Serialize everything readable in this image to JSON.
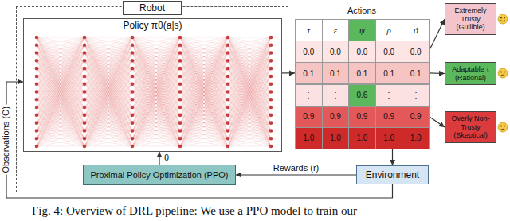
{
  "diagram": {
    "caption": "Fig. 4: Overview of DRL pipeline: We use a PPO model to train our",
    "nodes": [
      {
        "text": [
          "Robot"
        ]
      },
      {
        "text": [
          "Policy πθ(a|s)"
        ],
        "in": 0
      },
      {
        "text": [
          "Proximal Policy Optimization (PPO)"
        ],
        "in": 0
      },
      {
        "text": [
          "Actions"
        ]
      },
      {
        "text": [
          "Extremely Trusty (Gullible)"
        ]
      },
      {
        "text": [
          "Adaptable τ (Rational)"
        ]
      },
      {
        "text": [
          "Overly Non-Trusty (Skeptical)"
        ]
      },
      {
        "text": [
          "Environment"
        ]
      }
    ],
    "edges": [
      {
        "from": 1,
        "to": 3,
        "arrow": "to"
      },
      {
        "from": 3,
        "to": 4,
        "arrow": "to"
      },
      {
        "from": 3,
        "to": 5,
        "arrow": "to"
      },
      {
        "from": 3,
        "to": 6,
        "arrow": "to"
      },
      {
        "from": 3,
        "to": 7,
        "arrow": "to"
      },
      {
        "from": 7,
        "to": 2,
        "label": "Rewards (r)",
        "arrow": "to"
      },
      {
        "from": 2,
        "to": 1,
        "label": "θ",
        "arrow": "to"
      },
      {
        "from": 7,
        "to": 1,
        "label": "Observations (O)",
        "arrow": "to"
      }
    ],
    "labels": [
      "τ",
      "ε",
      "ψ",
      "ρ",
      "ϑ",
      "0.0",
      "0.0",
      "0.0",
      "0.0",
      "0.0",
      "0.1",
      "0.1",
      "0.1",
      "0.1",
      "0.1",
      "⋮",
      "⋮",
      "0.6",
      "⋮",
      "⋮",
      "0.9",
      "0.9",
      "0.9",
      "0.9",
      "0.9",
      "1.0",
      "1.0",
      "1.0",
      "1.0",
      "1.0"
    ]
  }
}
